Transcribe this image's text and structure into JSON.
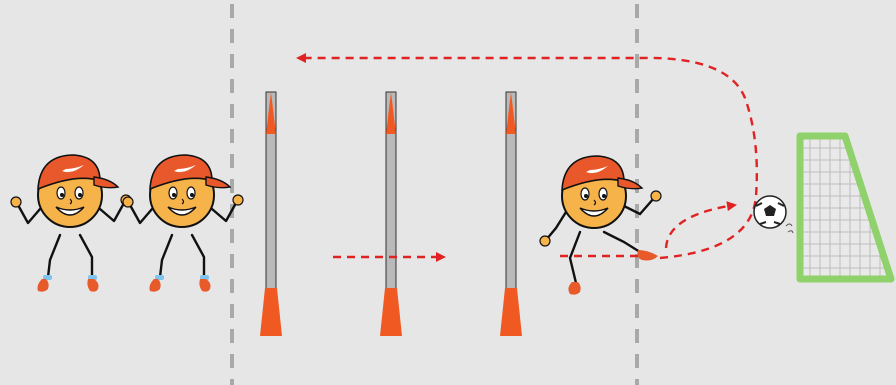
{
  "scene": {
    "description_free": true,
    "elements": {
      "kids_waiting": 2,
      "poles": 3,
      "cones_per_pole": 2,
      "kicking_kid": 1,
      "ball": 1,
      "goal": 1
    }
  },
  "colors": {
    "background": "#e6e6e6",
    "divider": "#a9a9a9",
    "cone": "#f05a22",
    "pole": "#b9b9b9",
    "arrow": "#e02222",
    "goal_frame": "#8fd16a",
    "goal_net": "#bdbdbd",
    "cap": "#e8582a",
    "face": "#f6b34a",
    "shoe": "#e85a2a",
    "sock": "#7fc3ef"
  },
  "icons": {
    "kid": "kid-with-cap-icon",
    "ball": "soccer-ball-icon",
    "goal": "goal-net-icon",
    "cone": "cone-icon",
    "pole": "slalom-pole-icon",
    "swoosh": "cap-swoosh-icon"
  }
}
